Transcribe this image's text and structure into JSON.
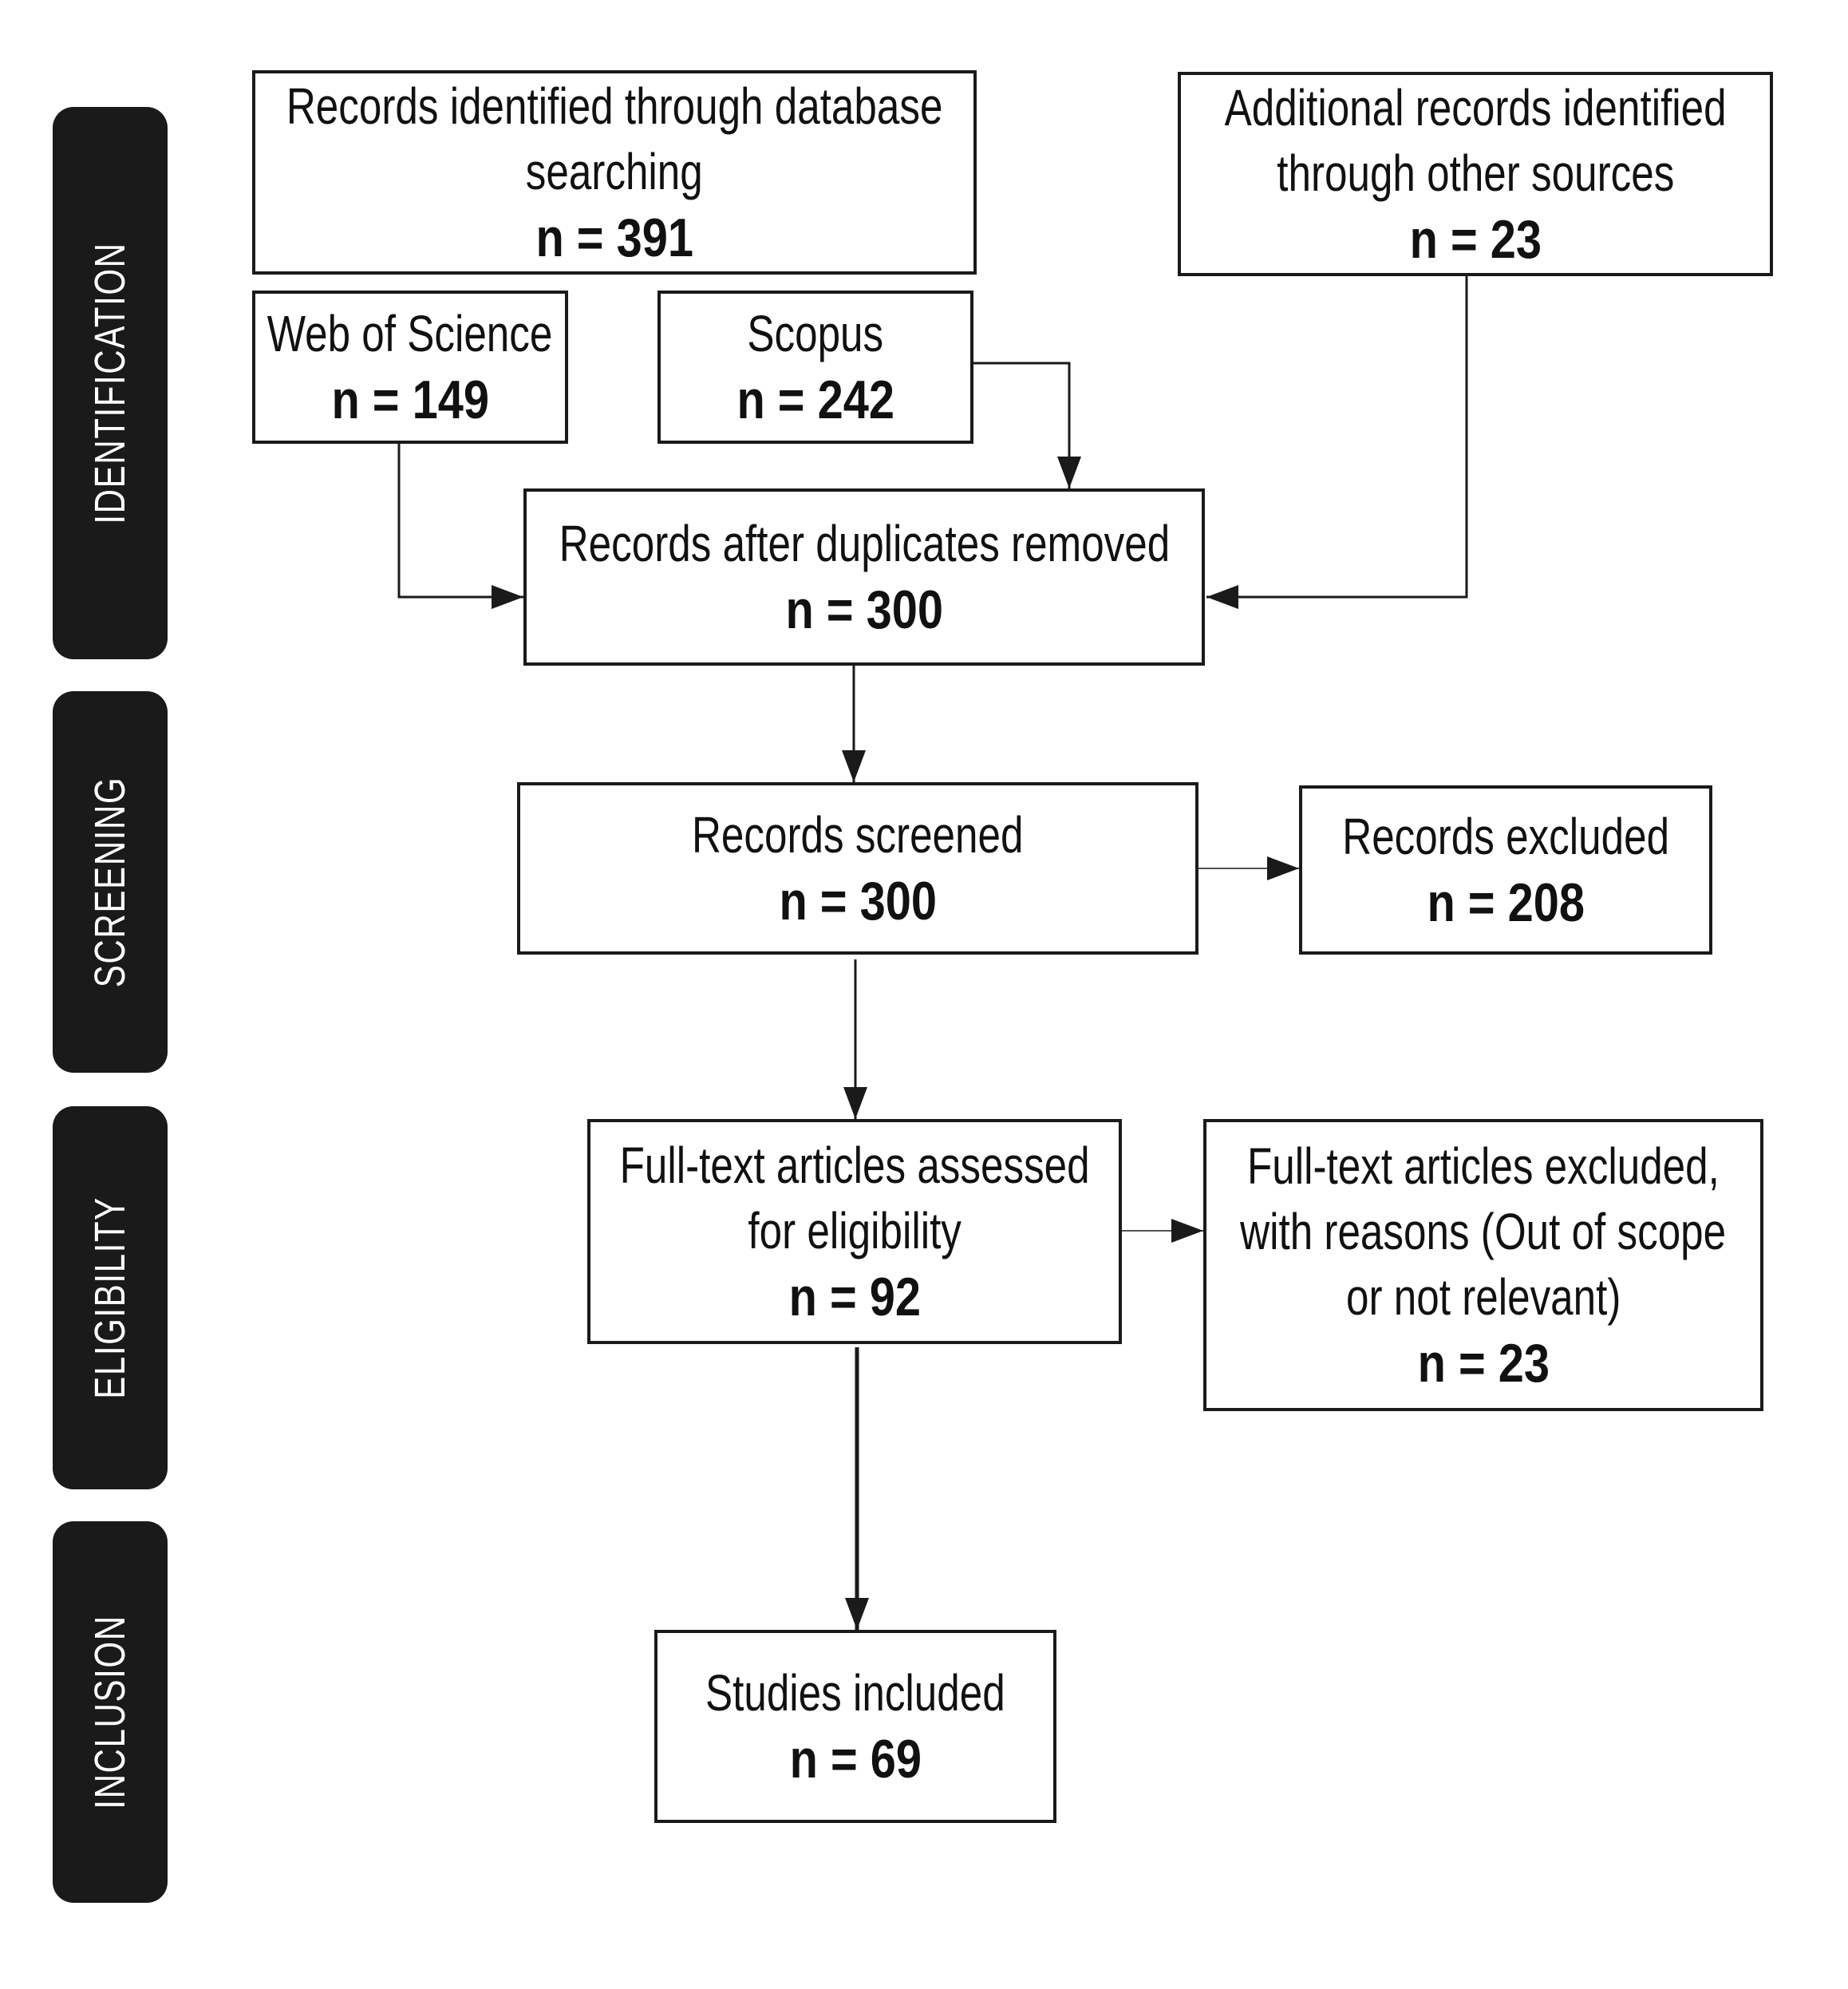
{
  "phases": {
    "identification": "IDENTIFICATION",
    "screening": "SCREENING",
    "eligibility": "ELIGIBILITY",
    "inclusion": "INCLUSION"
  },
  "boxes": {
    "database_search": {
      "label_1": "Records identified through database",
      "label_2": "searching",
      "count": "n = 391"
    },
    "other_sources": {
      "label_1": "Additional records identified",
      "label_2": "through other sources",
      "count": "n = 23"
    },
    "web_of_science": {
      "label": "Web of Science",
      "count": "n = 149"
    },
    "scopus": {
      "label": "Scopus",
      "count": "n = 242"
    },
    "after_duplicates": {
      "label": "Records after duplicates removed",
      "count": "n = 300"
    },
    "screened": {
      "label": "Records screened",
      "count": "n = 300"
    },
    "excluded": {
      "label": "Records excluded",
      "count": "n = 208"
    },
    "fulltext_assessed": {
      "label_1": "Full-text articles assessed",
      "label_2": "for eligibility",
      "count": "n = 92"
    },
    "fulltext_excluded": {
      "label_1": "Full-text articles excluded,",
      "label_2": "with reasons (Out of scope",
      "label_3": "or not relevant)",
      "count": "n = 23"
    },
    "included": {
      "label": "Studies included",
      "count": "n = 69"
    }
  },
  "colors": {
    "ink": "#1a1a1a",
    "phase_fill": "#1a1a1a",
    "phase_text": "#ffffff",
    "background": "#ffffff"
  }
}
